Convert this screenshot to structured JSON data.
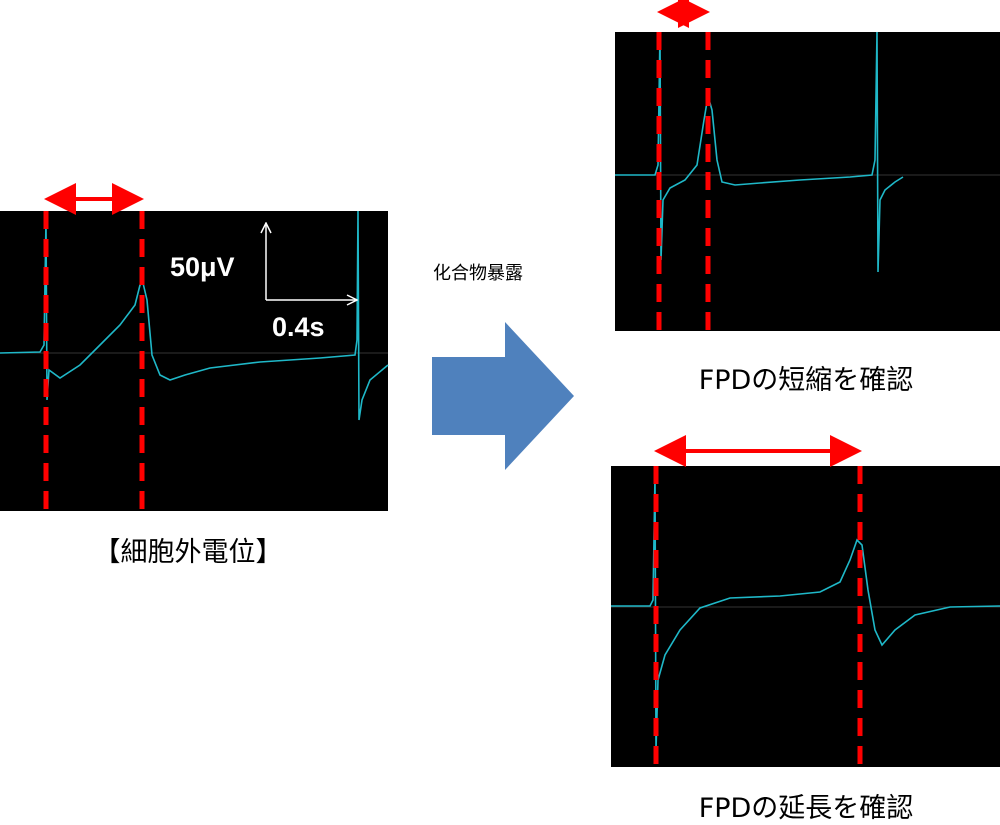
{
  "left_panel": {
    "caption": "【細胞外電位】",
    "scale_voltage": "50μV",
    "scale_time": "0.4s"
  },
  "arrow": {
    "label": "化合物暴露",
    "color": "#4f81bd"
  },
  "top_right_panel": {
    "caption": "FPDの短縮を確認"
  },
  "bottom_right_panel": {
    "caption": "FPDの延長を確認"
  },
  "colors": {
    "trace": "#1fb8c8",
    "marker": "#ff0000",
    "background": "#000000"
  }
}
